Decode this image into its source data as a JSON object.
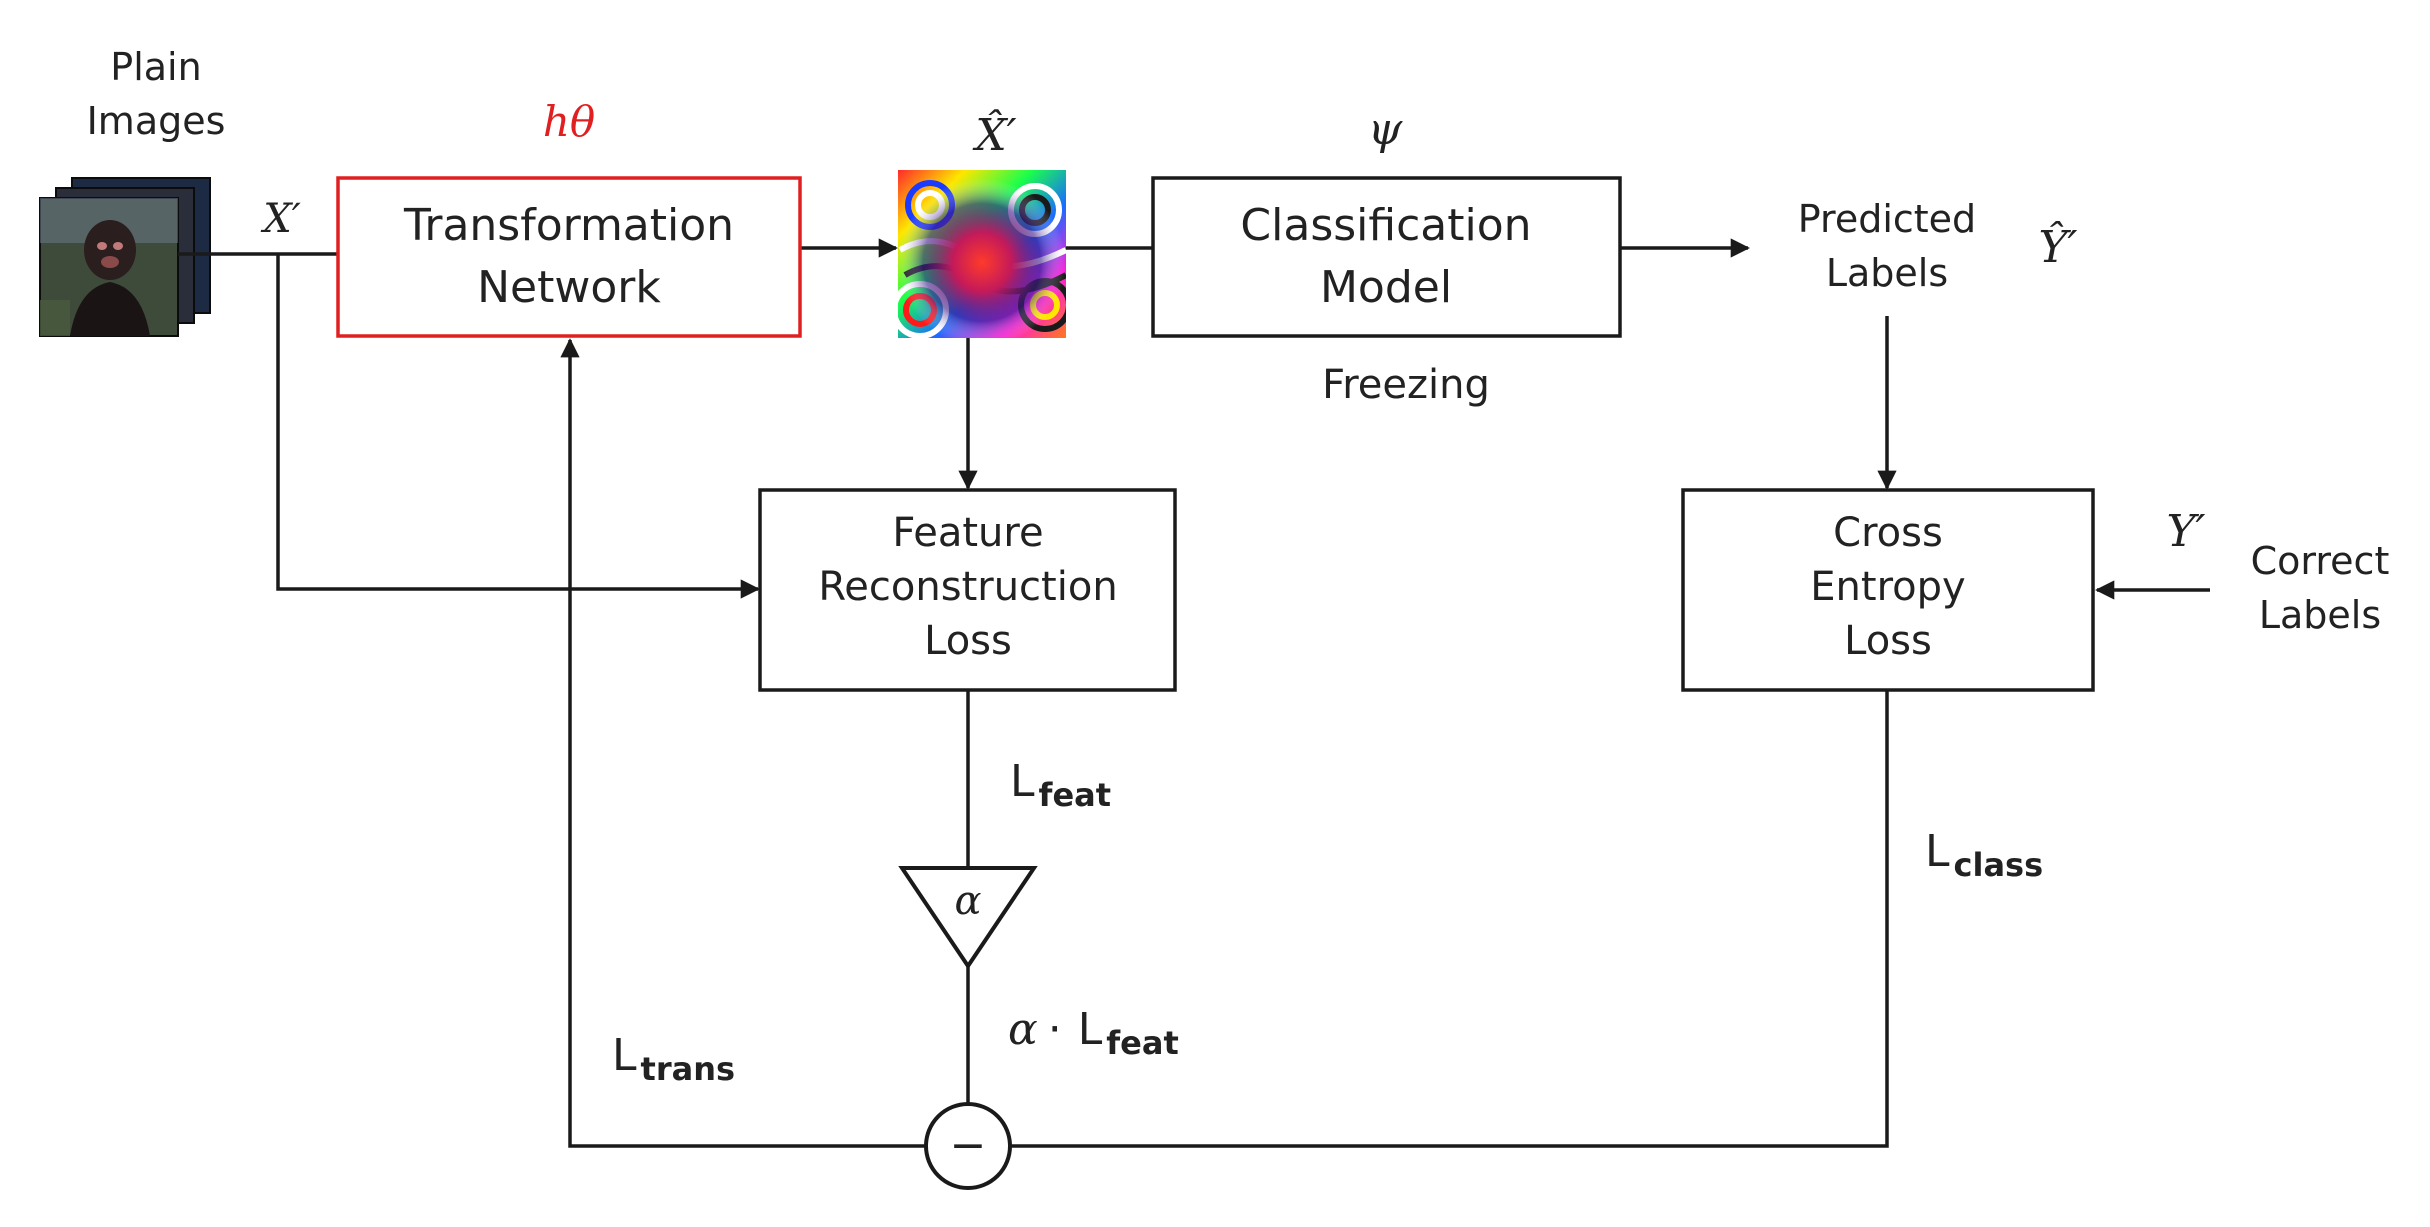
{
  "inputs": {
    "plain_images_line1": "Plain",
    "plain_images_line2": "Images",
    "x_prime": "X′"
  },
  "transformation": {
    "symbol": "hθ",
    "line1": "Transformation",
    "line2": "Network"
  },
  "transformed_image": {
    "symbol": "X̂′"
  },
  "classification": {
    "symbol": "ψ",
    "line1": "Classification",
    "line2": "Model",
    "note": "Freezing"
  },
  "predicted": {
    "line1": "Predicted",
    "line2": "Labels",
    "symbol": "Ŷ′"
  },
  "correct": {
    "symbol": "Y′",
    "line1": "Correct",
    "line2": "Labels"
  },
  "feature_loss": {
    "line1": "Feature",
    "line2": "Reconstruction",
    "line3": "Loss",
    "out_main": "L",
    "out_sub": "feat"
  },
  "cross_entropy": {
    "line1": "Cross",
    "line2": "Entropy",
    "line3": "Loss",
    "out_main": "L",
    "out_sub": "class"
  },
  "weight": {
    "symbol": "α",
    "product_alpha": "α",
    "product_dot": "·",
    "product_main": "L",
    "product_sub": "feat"
  },
  "combine": {
    "operator": "−"
  },
  "trans_loss": {
    "main": "L",
    "sub": "trans"
  },
  "colors": {
    "accent_red": "#e02020",
    "stroke": "#1a1a1a"
  }
}
